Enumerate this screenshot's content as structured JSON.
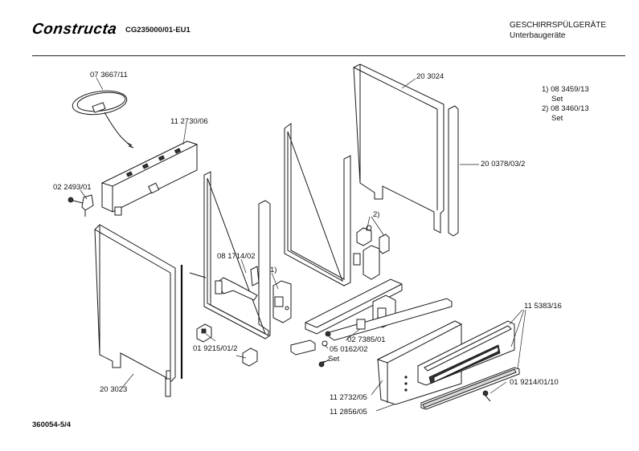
{
  "header": {
    "brand": "Constructa",
    "model": "CG235000/01-EU1",
    "category": "GESCHIRRSPÜLGERÄTE",
    "subcategory": "Unterbaugeräte"
  },
  "footer": {
    "doc_ref": "360054-5/4"
  },
  "notes": {
    "note1": "1) 08 3459/13",
    "note1_set": "Set",
    "note2": "2) 08 3460/13",
    "note2_set": "Set"
  },
  "parts": {
    "p_073667": "07 3667/11",
    "p_112730": "11 2730/06",
    "p_022493": "02 2493/01",
    "p_203024": "20 3024",
    "p_200378": "20 0378/03/2",
    "p_081714": "08 1714/02",
    "ref_1": "1)",
    "ref_2": "2)",
    "p_019215": "01 9215/01/2",
    "p_203023": "20 3023",
    "p_027385": "02 7385/01",
    "p_050162": "05 0162/02",
    "p_set": "Set",
    "p_115383": "11 5383/16",
    "p_019214": "01 9214/01/10",
    "p_112732": "11 2732/05",
    "p_112856": "11 2856/05"
  }
}
